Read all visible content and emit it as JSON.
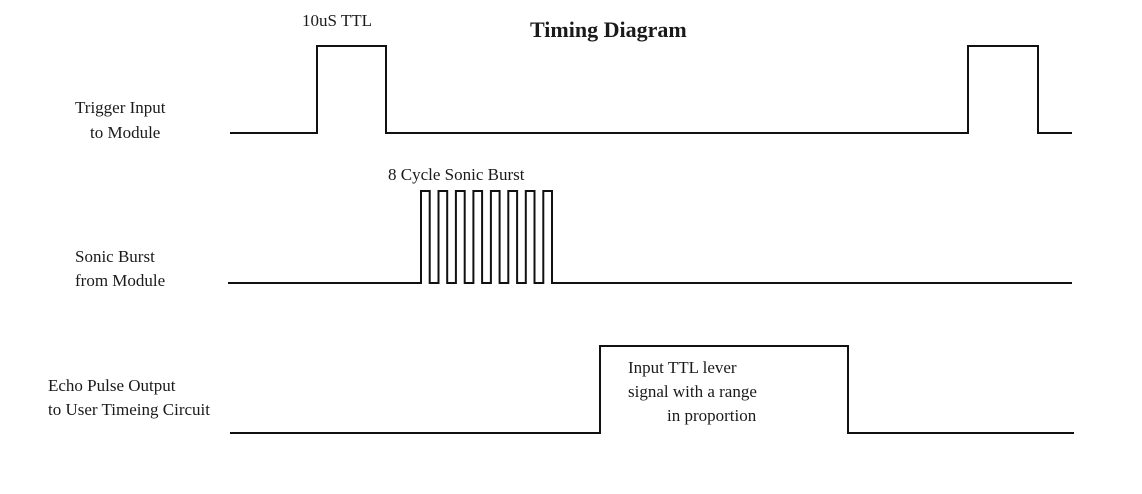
{
  "title": "Timing Diagram",
  "signals": {
    "trigger": {
      "label_line1": "Trigger Input",
      "label_line2": "to Module"
    },
    "burst": {
      "label_line1": "Sonic Burst",
      "label_line2": "from Module"
    },
    "echo": {
      "label_line1": "Echo Pulse Output",
      "label_line2": "to User Timeing Circuit"
    }
  },
  "annotations": {
    "trigger_pulse": "10uS TTL",
    "burst": "8 Cycle Sonic Burst",
    "echo_line1": "Input TTL lever",
    "echo_line2": "signal with a range",
    "echo_line3": "in proportion"
  },
  "burst_cycles": 8,
  "colors": {
    "line": "#111111",
    "text": "#1a1a1a",
    "background": "#ffffff"
  }
}
